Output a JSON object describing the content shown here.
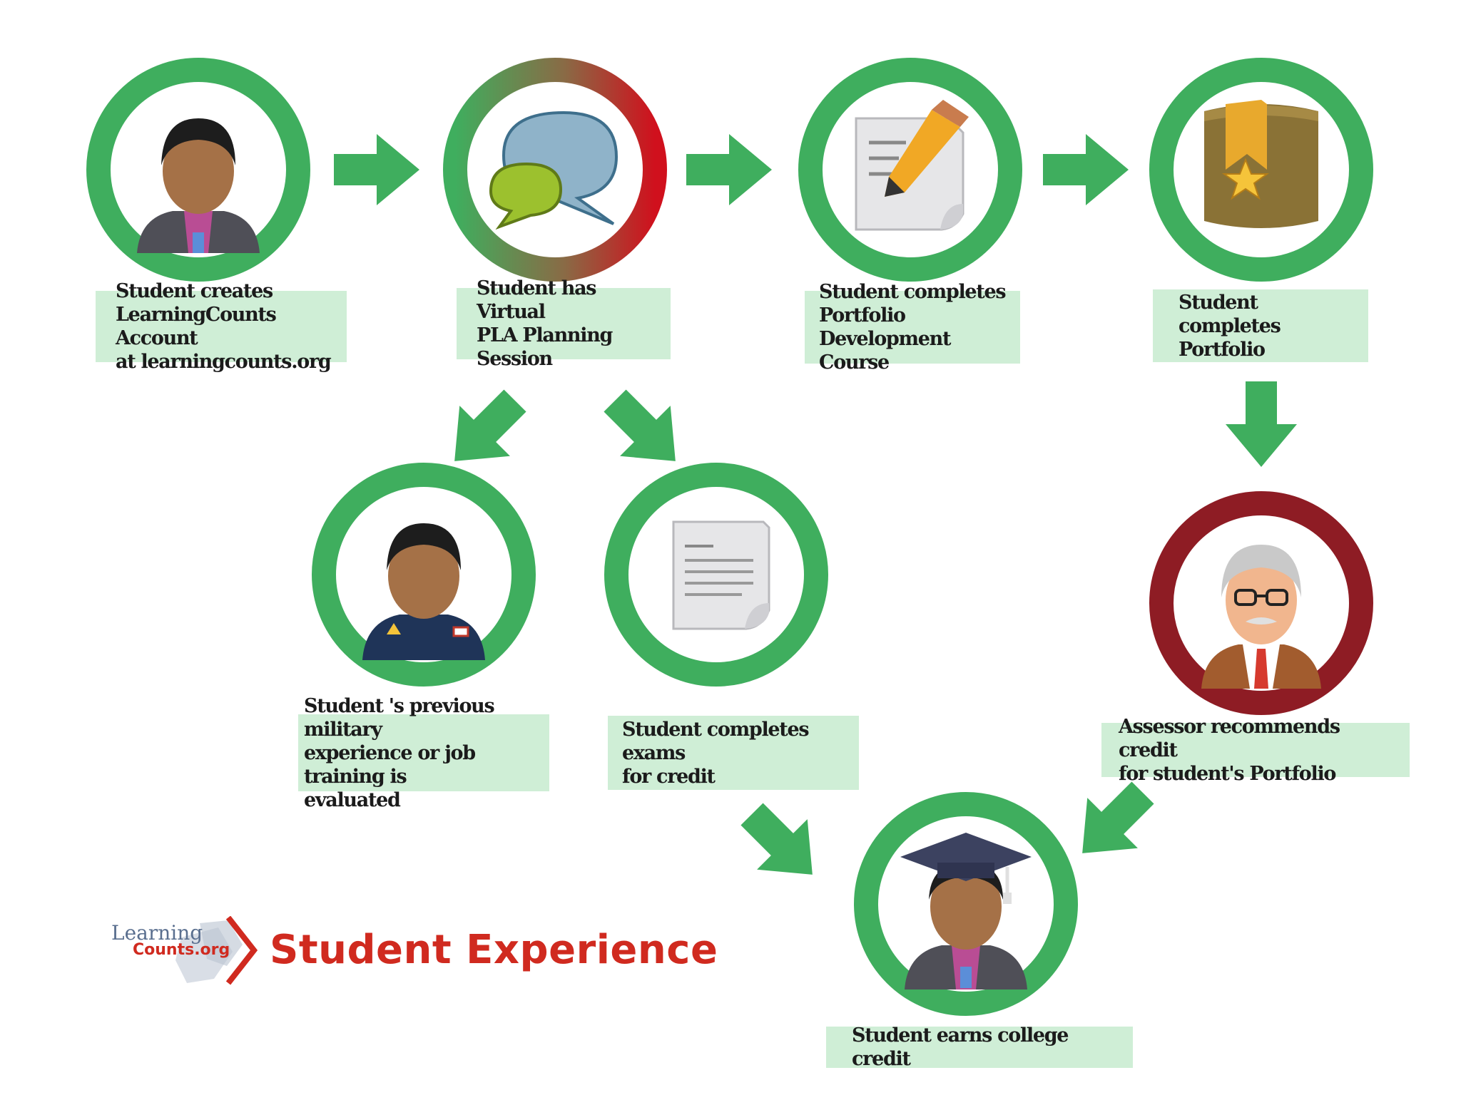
{
  "colors": {
    "green": "#3fae5e",
    "dark_red": "#8e1c24",
    "label_bg": "#cfeed6",
    "brand_red": "#d02a1f"
  },
  "steps": [
    {
      "label": "Student creates\nLearningCounts Account\nat learningcounts.org",
      "icon": "student-avatar-icon"
    },
    {
      "label": "Student has Virtual\nPLA Planning Session",
      "icon": "chat-bubbles-icon"
    },
    {
      "label": "Student completes\nPortfolio Development\nCourse",
      "icon": "document-pencil-icon"
    },
    {
      "label": "Student completes\nPortfolio",
      "icon": "portfolio-binder-icon"
    },
    {
      "label": "Student 's previous military\nexperience or job training is\nevaluated",
      "icon": "military-avatar-icon"
    },
    {
      "label": "Student completes exams\nfor credit",
      "icon": "document-icon"
    },
    {
      "label": "Assessor recommends credit\nfor student's Portfolio",
      "icon": "assessor-avatar-icon"
    },
    {
      "label": "Student earns college credit",
      "icon": "graduate-avatar-icon"
    }
  ],
  "brand": {
    "logo_top": "Learning",
    "logo_bottom": "Counts.org",
    "title": "Student Experience"
  }
}
